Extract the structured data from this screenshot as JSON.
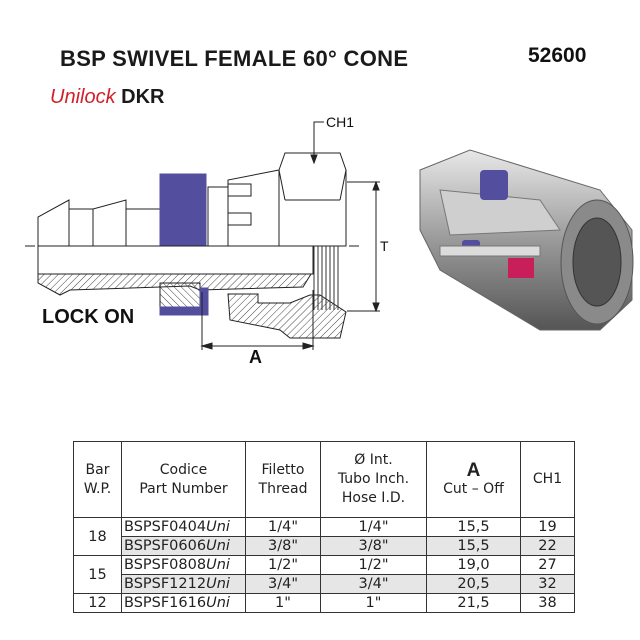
{
  "header": {
    "title": "BSP SWIVEL FEMALE 60° CONE",
    "code": "52600",
    "brand_italic": "Unilock",
    "brand_bold": "DKR"
  },
  "drawing": {
    "ch1_label": "CH1",
    "t_label": "T",
    "a_label": "A",
    "lock_on": "LOCK ON"
  },
  "colors": {
    "brand_red": "#d0202a",
    "collar_blue": "#534f9e"
  },
  "table": {
    "headers": {
      "bar": [
        "Bar",
        "W.P."
      ],
      "code": [
        "Codice",
        "Part Number"
      ],
      "thread": [
        "Filetto",
        "Thread"
      ],
      "hose": [
        "Ø Int.",
        "Tubo Inch.",
        "Hose I.D."
      ],
      "a": [
        "A",
        "Cut – Off"
      ],
      "ch1": "CH1"
    },
    "groups": [
      "18",
      "15",
      "12"
    ],
    "rows": [
      {
        "pn": "BSPSF0404",
        "suffix": "Uni",
        "thread": "1/4\"",
        "hose": "1/4\"",
        "a": "15,5",
        "ch1": "19"
      },
      {
        "pn": "BSPSF0606",
        "suffix": "Uni",
        "thread": "3/8\"",
        "hose": "3/8\"",
        "a": "15,5",
        "ch1": "22"
      },
      {
        "pn": "BSPSF0808",
        "suffix": "Uni",
        "thread": "1/2\"",
        "hose": "1/2\"",
        "a": "19,0",
        "ch1": "27"
      },
      {
        "pn": "BSPSF1212",
        "suffix": "Uni",
        "thread": "3/4\"",
        "hose": "3/4\"",
        "a": "20,5",
        "ch1": "32"
      },
      {
        "pn": "BSPSF1616",
        "suffix": "Uni",
        "thread": "1\"",
        "hose": "1\"",
        "a": "21,5",
        "ch1": "38"
      }
    ]
  }
}
